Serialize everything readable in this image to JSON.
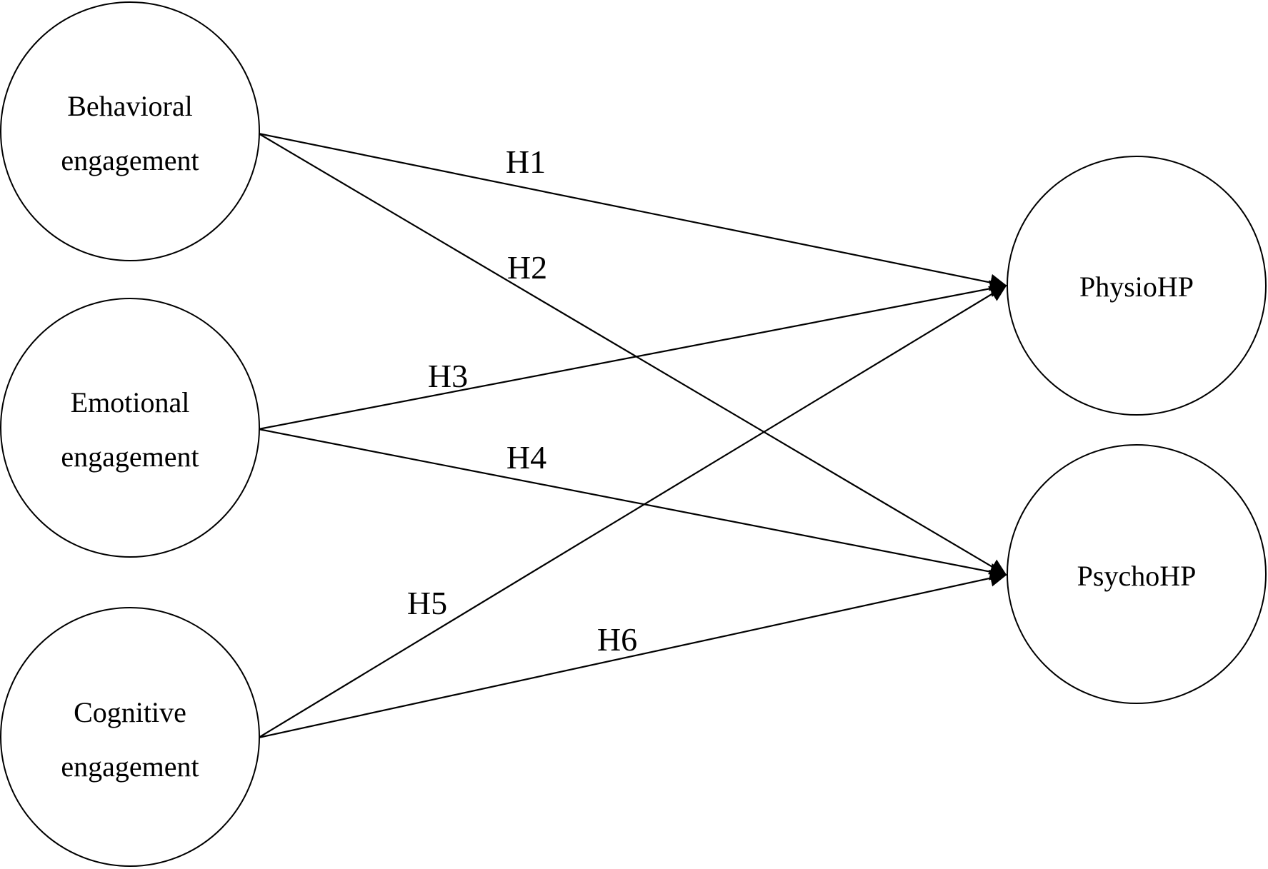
{
  "nodes": {
    "behavioral": {
      "line1": "Behavioral",
      "line2": "engagement"
    },
    "emotional": {
      "line1": "Emotional",
      "line2": "engagement"
    },
    "cognitive": {
      "line1": "Cognitive",
      "line2": "engagement"
    },
    "physio": {
      "label": "PhysioHP"
    },
    "psycho": {
      "label": "PsychoHP"
    }
  },
  "edges": [
    {
      "label": "H1",
      "from": "Behavioral engagement",
      "to": "PhysioHP"
    },
    {
      "label": "H2",
      "from": "Behavioral engagement",
      "to": "PsychoHP"
    },
    {
      "label": "H3",
      "from": "Emotional engagement",
      "to": "PhysioHP"
    },
    {
      "label": "H4",
      "from": "Emotional engagement",
      "to": "PsychoHP"
    },
    {
      "label": "H5",
      "from": "Cognitive engagement",
      "to": "PhysioHP"
    },
    {
      "label": "H6",
      "from": "Cognitive engagement",
      "to": "PsychoHP"
    }
  ],
  "colors": {
    "stroke": "#000000",
    "background": "#ffffff"
  }
}
